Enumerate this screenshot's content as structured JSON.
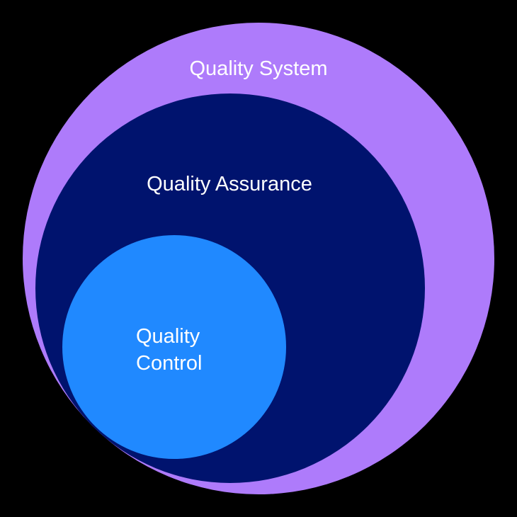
{
  "diagram": {
    "background_color": "#000000",
    "circles": [
      {
        "id": "quality-system",
        "label": "Quality System",
        "color": "#AE7BFB"
      },
      {
        "id": "quality-assurance",
        "label": "Quality Assurance",
        "color": "#00136E"
      },
      {
        "id": "quality-control",
        "label_lines": [
          "Quality",
          "Control"
        ],
        "color": "#2089FF"
      }
    ],
    "text_color": "#FFFFFF"
  }
}
